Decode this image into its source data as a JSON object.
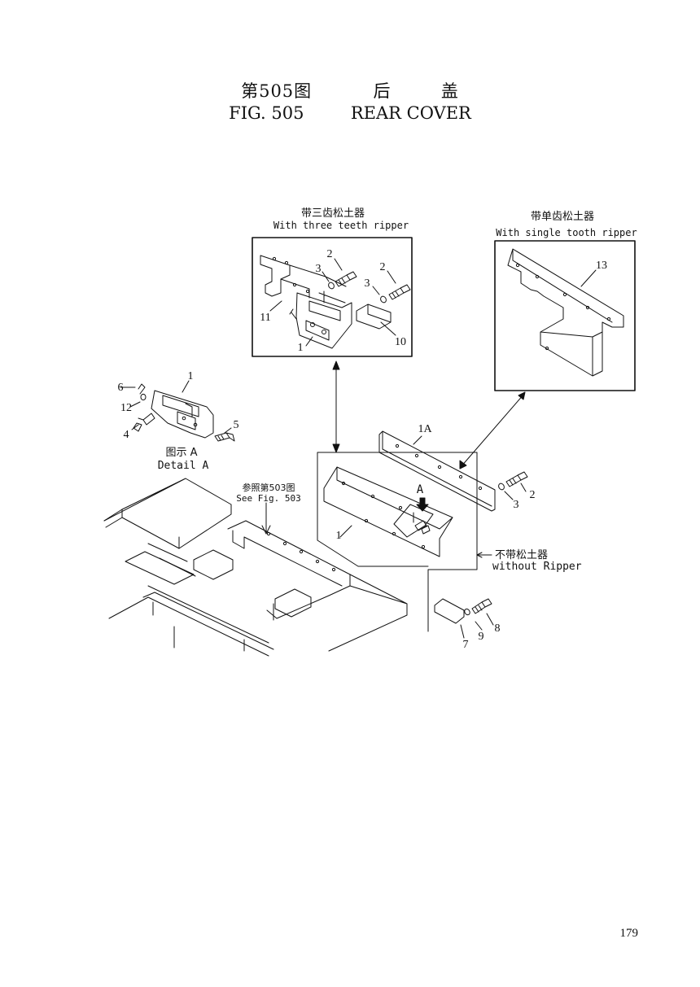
{
  "title": {
    "cn_fig": "第505图",
    "cn_name_1": "后",
    "cn_name_2": "盖",
    "en_fig": "FIG. 505",
    "en_name": "REAR COVER"
  },
  "callouts": {
    "three_teeth_cn": "带三齿松土器",
    "three_teeth_en": "With three teeth ripper",
    "single_tooth_cn": "带单齿松土器",
    "single_tooth_en": "With single tooth ripper",
    "detail_cn": "图示 A",
    "detail_en": "Detail A",
    "see_fig_cn": "参照第503图",
    "see_fig_en": "See Fig. 503",
    "without_cn": "不带松土器",
    "without_en": "without Ripper",
    "view_arrow": "A"
  },
  "parts": {
    "p1": "1",
    "p1a": "1A",
    "p2": "2",
    "p3": "3",
    "p4": "4",
    "p5": "5",
    "p6": "6",
    "p7": "7",
    "p8": "8",
    "p9": "9",
    "p10": "10",
    "p11": "11",
    "p12": "12",
    "p13": "13"
  },
  "page_number": "179"
}
